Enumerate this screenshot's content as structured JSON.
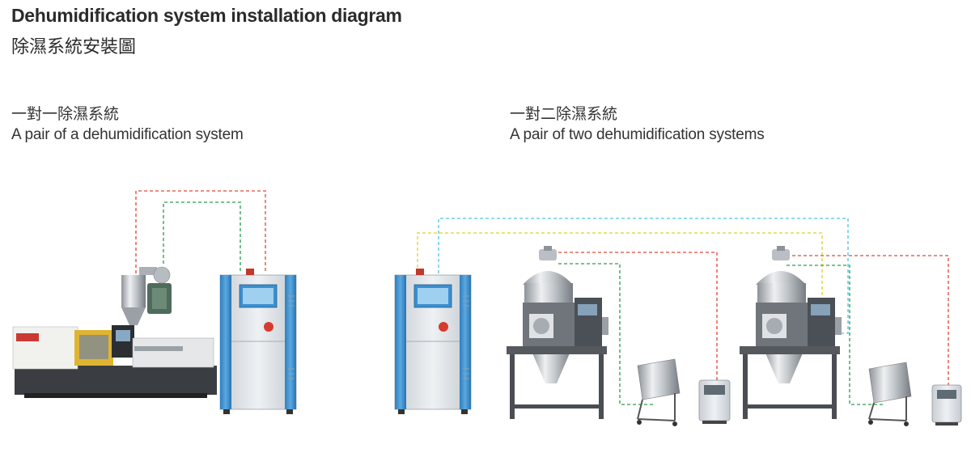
{
  "title": {
    "en": "Dehumidification system installation diagram",
    "zh": "除濕系統安裝圖"
  },
  "sections": [
    {
      "zh": "一對一除濕系統",
      "en": "A pair of a dehumidification system"
    },
    {
      "zh": "一對二除濕系統",
      "en": "A pair of two dehumidification systems"
    }
  ],
  "colors": {
    "line_red": "#e4685e",
    "line_green": "#4fae6c",
    "line_yellow": "#e6d84a",
    "line_cyan": "#6ecfe6",
    "cabinet_blue": "#3c93d2",
    "cabinet_body": "#dfe3e8"
  }
}
